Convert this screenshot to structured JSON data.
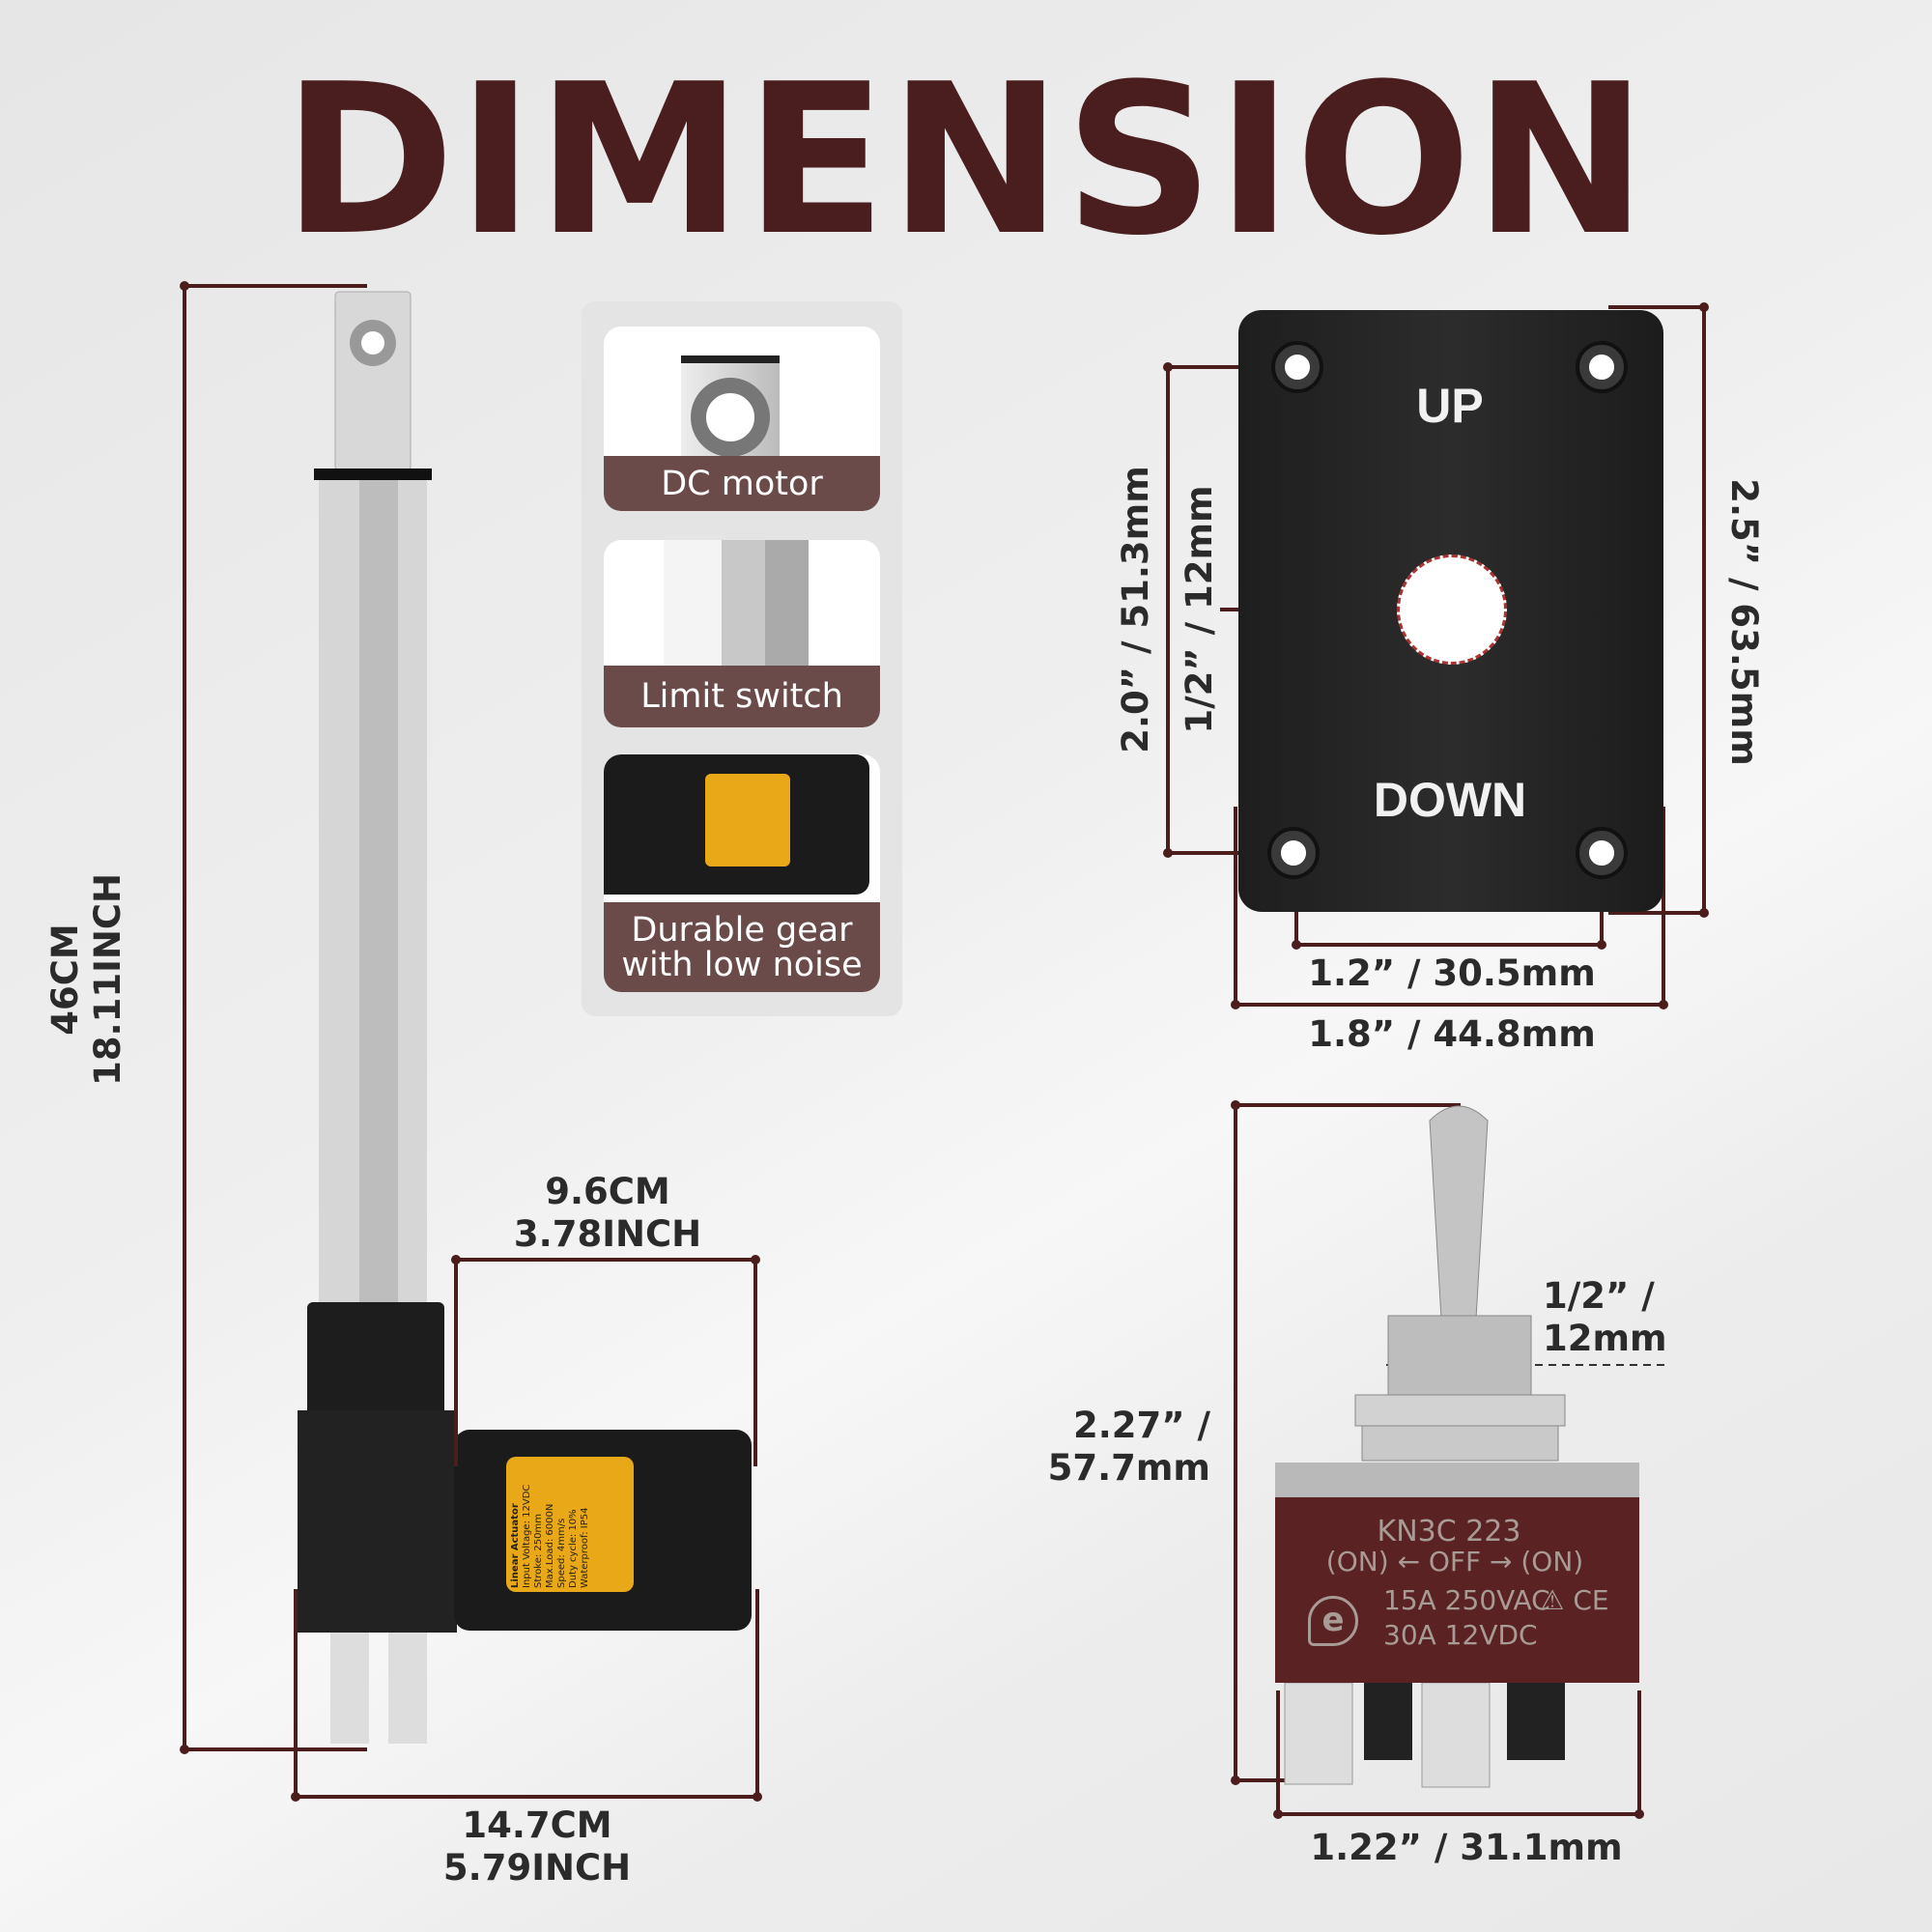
{
  "title": "DIMENSION",
  "actuator": {
    "length_label": [
      "46CM",
      "18.11INCH"
    ],
    "motor_width_label": [
      "9.6CM",
      "3.78INCH"
    ],
    "total_width_label": [
      "14.7CM",
      "5.79INCH"
    ],
    "motor_sticker": [
      "Linear Actuator",
      "Input Voltage: 12VDC",
      "Stroke: 250mm",
      "Max.Load: 6000N",
      "Speed: 4mm/s",
      "Duty cycle: 10%",
      "Waterproof: IP54"
    ]
  },
  "features": [
    {
      "label": "DC motor"
    },
    {
      "label": "Limit switch"
    },
    {
      "label": "Durable gear with low noise"
    }
  ],
  "plate": {
    "up_label": "UP",
    "down_label": "DOWN",
    "hole_vertical_spacing": "2.0” / 51.3mm",
    "center_hole": "1/2” / 12mm",
    "height": "2.5” / 63.5mm",
    "hole_horizontal_spacing": "1.2” / 30.5mm",
    "width": "1.8” / 44.8mm"
  },
  "toggle_switch": {
    "model": "KN3C 223",
    "positions": "(ON) ← OFF → (ON)",
    "rating_ac": "15A 250VAC",
    "rating_dc": "30A 12VDC",
    "height_label": [
      "2.27” /",
      "57.7mm"
    ],
    "thread_label": [
      "1/2” /",
      "12mm"
    ],
    "width_label": "1.22” / 31.1mm"
  },
  "colors": {
    "accent": "#4a1e1e",
    "banner": "#6b4a4a",
    "line": "#4b1d1d"
  }
}
